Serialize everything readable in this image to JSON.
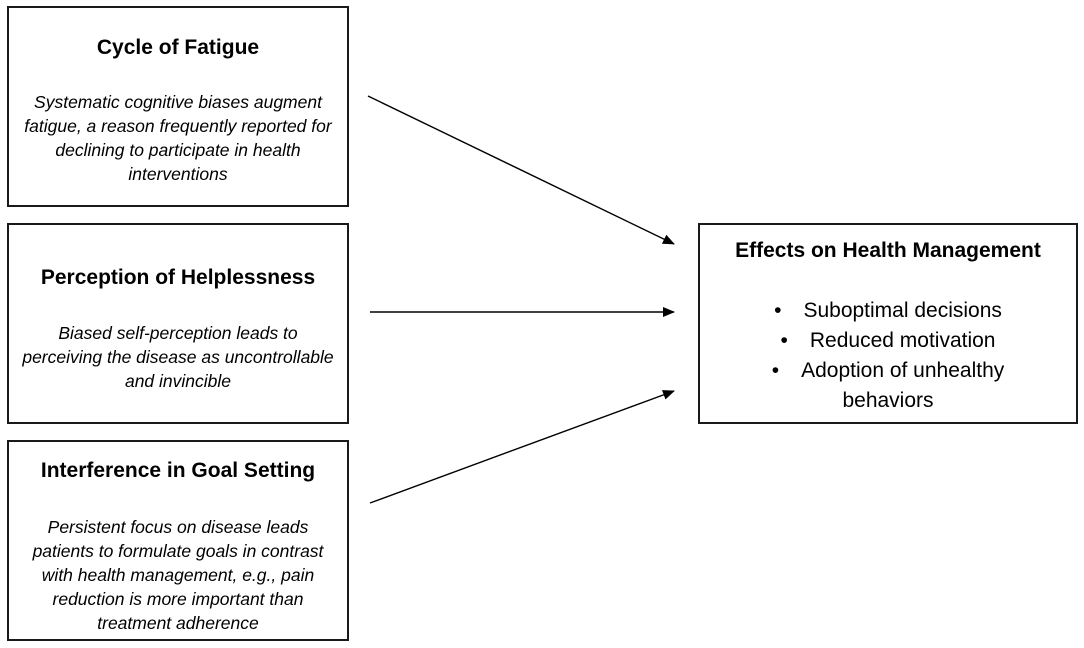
{
  "boxes": {
    "fatigue": {
      "title": "Cycle of Fatigue",
      "lines": [
        "Systematic cognitive biases augment",
        "fatigue, a reason frequently reported for",
        "declining to participate in health",
        "interventions"
      ]
    },
    "helplessness": {
      "title": "Perception of Helplessness",
      "lines": [
        "Biased self-perception leads to",
        "perceiving the disease as uncontrollable",
        "and invincible"
      ]
    },
    "goal_setting": {
      "title": "Interference in Goal Setting",
      "lines": [
        "Persistent focus on disease leads",
        "patients to formulate goals in contrast",
        "with health management, e.g., pain",
        "reduction is more important than",
        "treatment adherence"
      ]
    },
    "effects": {
      "title": "Effects on Health Management",
      "bullet": "•",
      "items": [
        "Suboptimal decisions",
        "Reduced motivation",
        "Adoption of unhealthy",
        "behaviors"
      ]
    }
  },
  "colors": {
    "border": "#1a1a1a",
    "arrow": "#000000",
    "background": "#ffffff"
  }
}
